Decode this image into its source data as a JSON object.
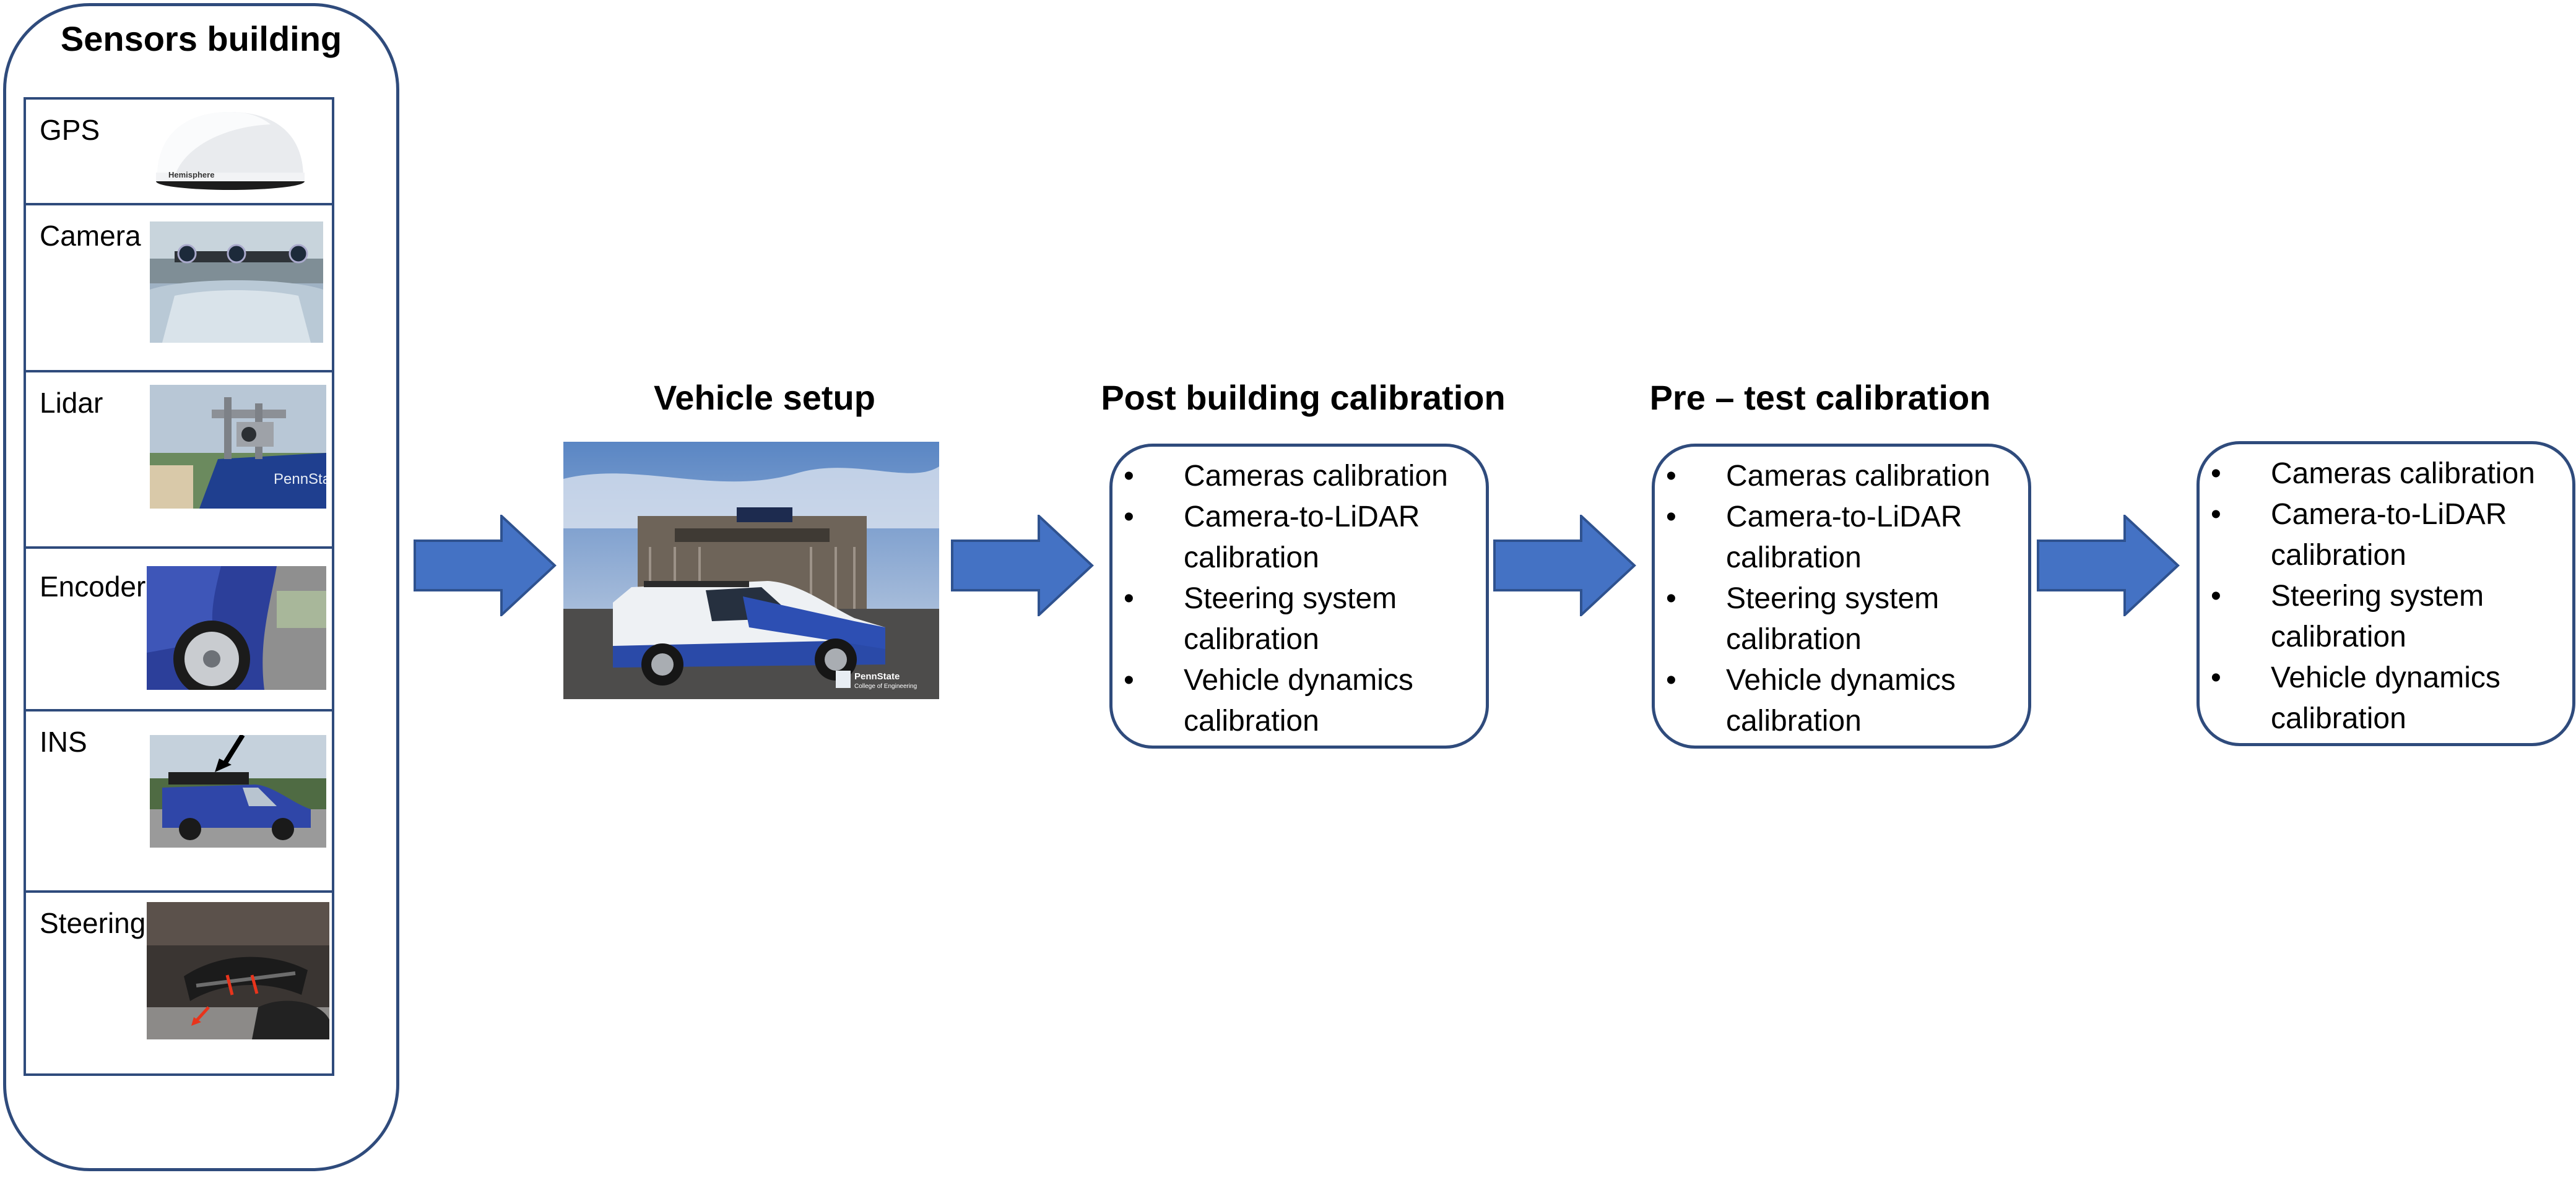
{
  "sensors": {
    "title": "Sensors building",
    "items": [
      {
        "label": "GPS",
        "image": "gps-antenna-image",
        "brand": "Hemisphere"
      },
      {
        "label": "Camera",
        "image": "roof-cameras-image"
      },
      {
        "label": "Lidar",
        "image": "lidar-mount-image",
        "brand": "PennState"
      },
      {
        "label": "Encoder",
        "image": "wheel-encoder-image"
      },
      {
        "label": "INS",
        "image": "ins-van-image"
      },
      {
        "label": "Steering",
        "image": "steering-actuator-image"
      }
    ]
  },
  "vehicle_setup": {
    "title": "Vehicle setup",
    "image": "instrumented-van-stadium-image",
    "logo_line1": "PennState",
    "logo_line2": "College of Engineering"
  },
  "stages": [
    {
      "title": "Post building calibration",
      "items": [
        "Cameras calibration",
        "Camera-to-LiDAR calibration",
        "Steering system calibration",
        "Vehicle dynamics calibration"
      ]
    },
    {
      "title": "Pre – test calibration",
      "items": [
        "Cameras calibration",
        "Camera-to-LiDAR calibration",
        "Steering system calibration",
        "Vehicle dynamics calibration"
      ]
    },
    {
      "title": "",
      "items": [
        "Cameras calibration",
        "Camera-to-LiDAR calibration",
        "Steering system calibration",
        "Vehicle dynamics calibration"
      ]
    }
  ],
  "bullet": "•",
  "colors": {
    "border": "#2f4b7c",
    "arrow": "#4472c4",
    "arrow_edge": "#2f528f"
  }
}
